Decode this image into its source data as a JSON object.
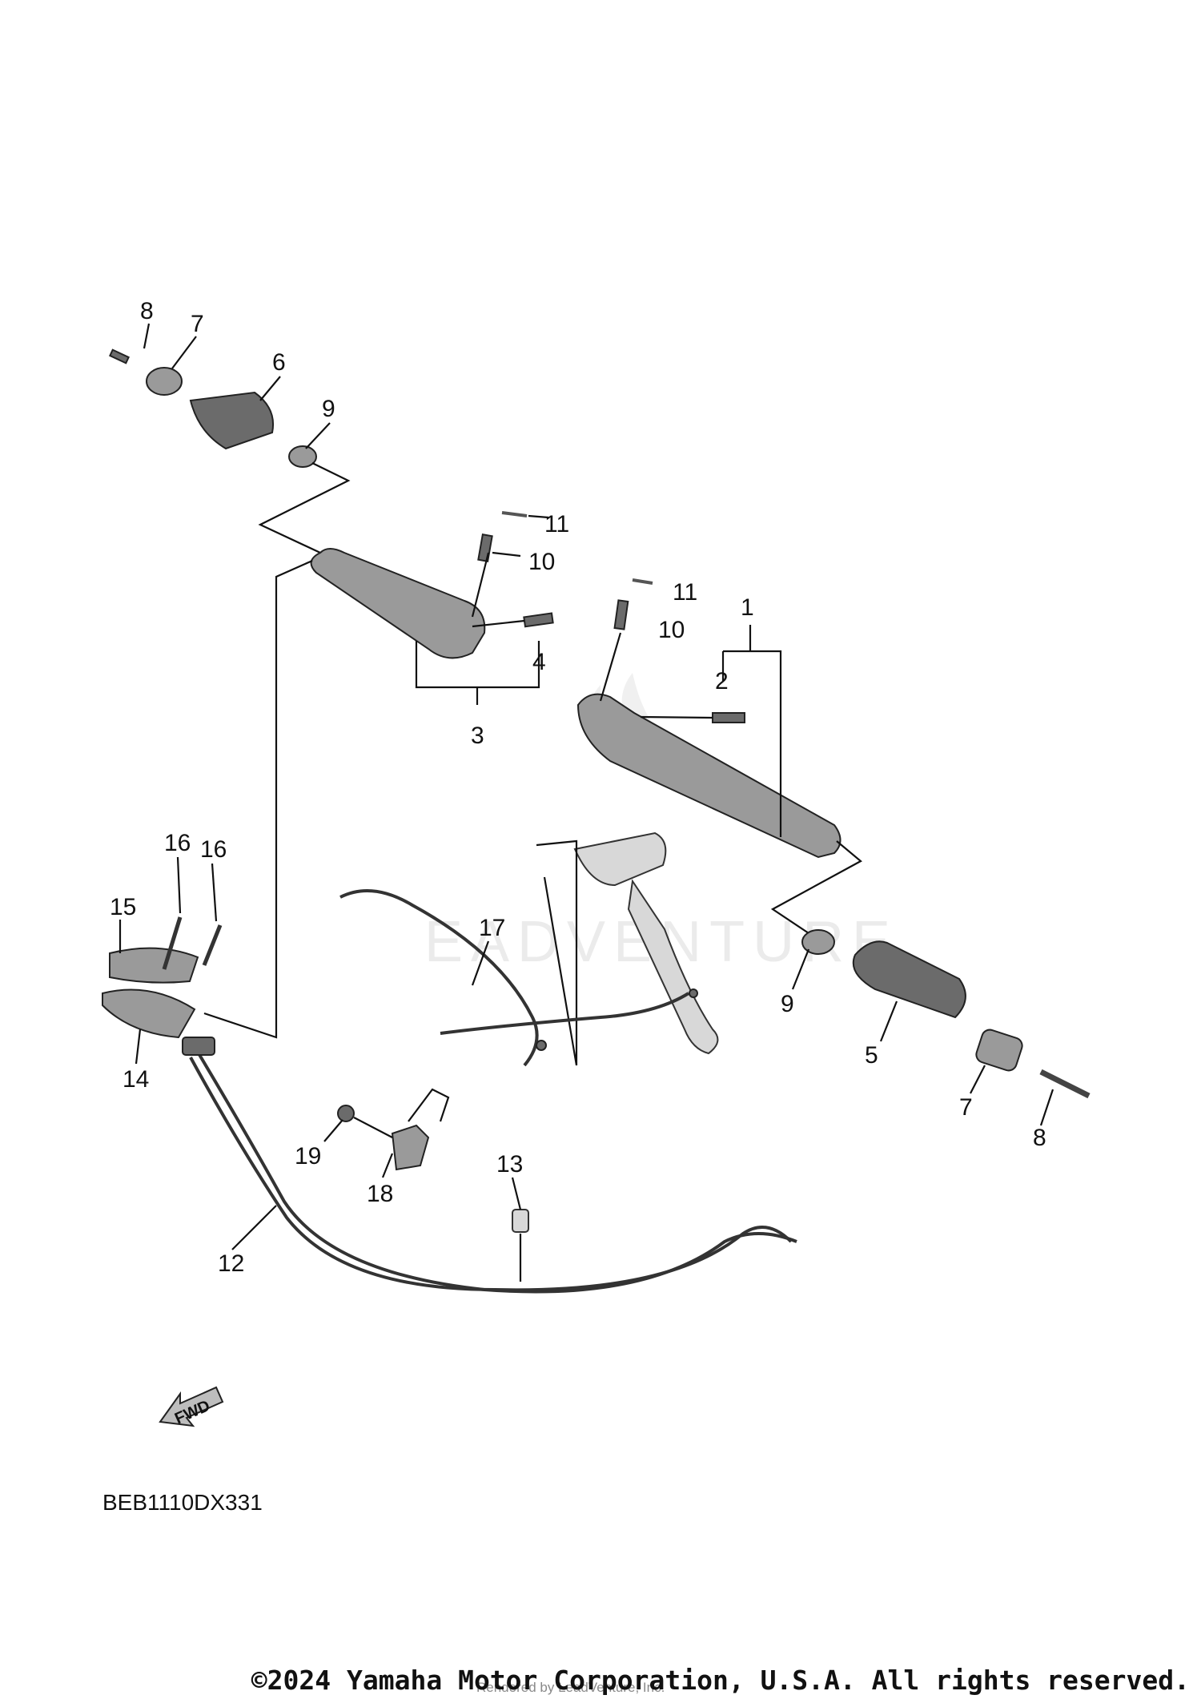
{
  "diagram": {
    "reference_code": "BEB1110DX331",
    "fwd_label": "FWD",
    "watermark": "EADVENTURE",
    "copyright": "©2024 Yamaha Motor Corporation, U.S.A. All rights reserved.",
    "credit": "Rendered by LeadVenture, Inc.",
    "callouts": [
      "1",
      "2",
      "3",
      "4",
      "5",
      "6",
      "7",
      "7",
      "8",
      "8",
      "9",
      "9",
      "10",
      "10",
      "11",
      "11",
      "12",
      "13",
      "14",
      "15",
      "16",
      "16",
      "17",
      "18",
      "19"
    ]
  }
}
